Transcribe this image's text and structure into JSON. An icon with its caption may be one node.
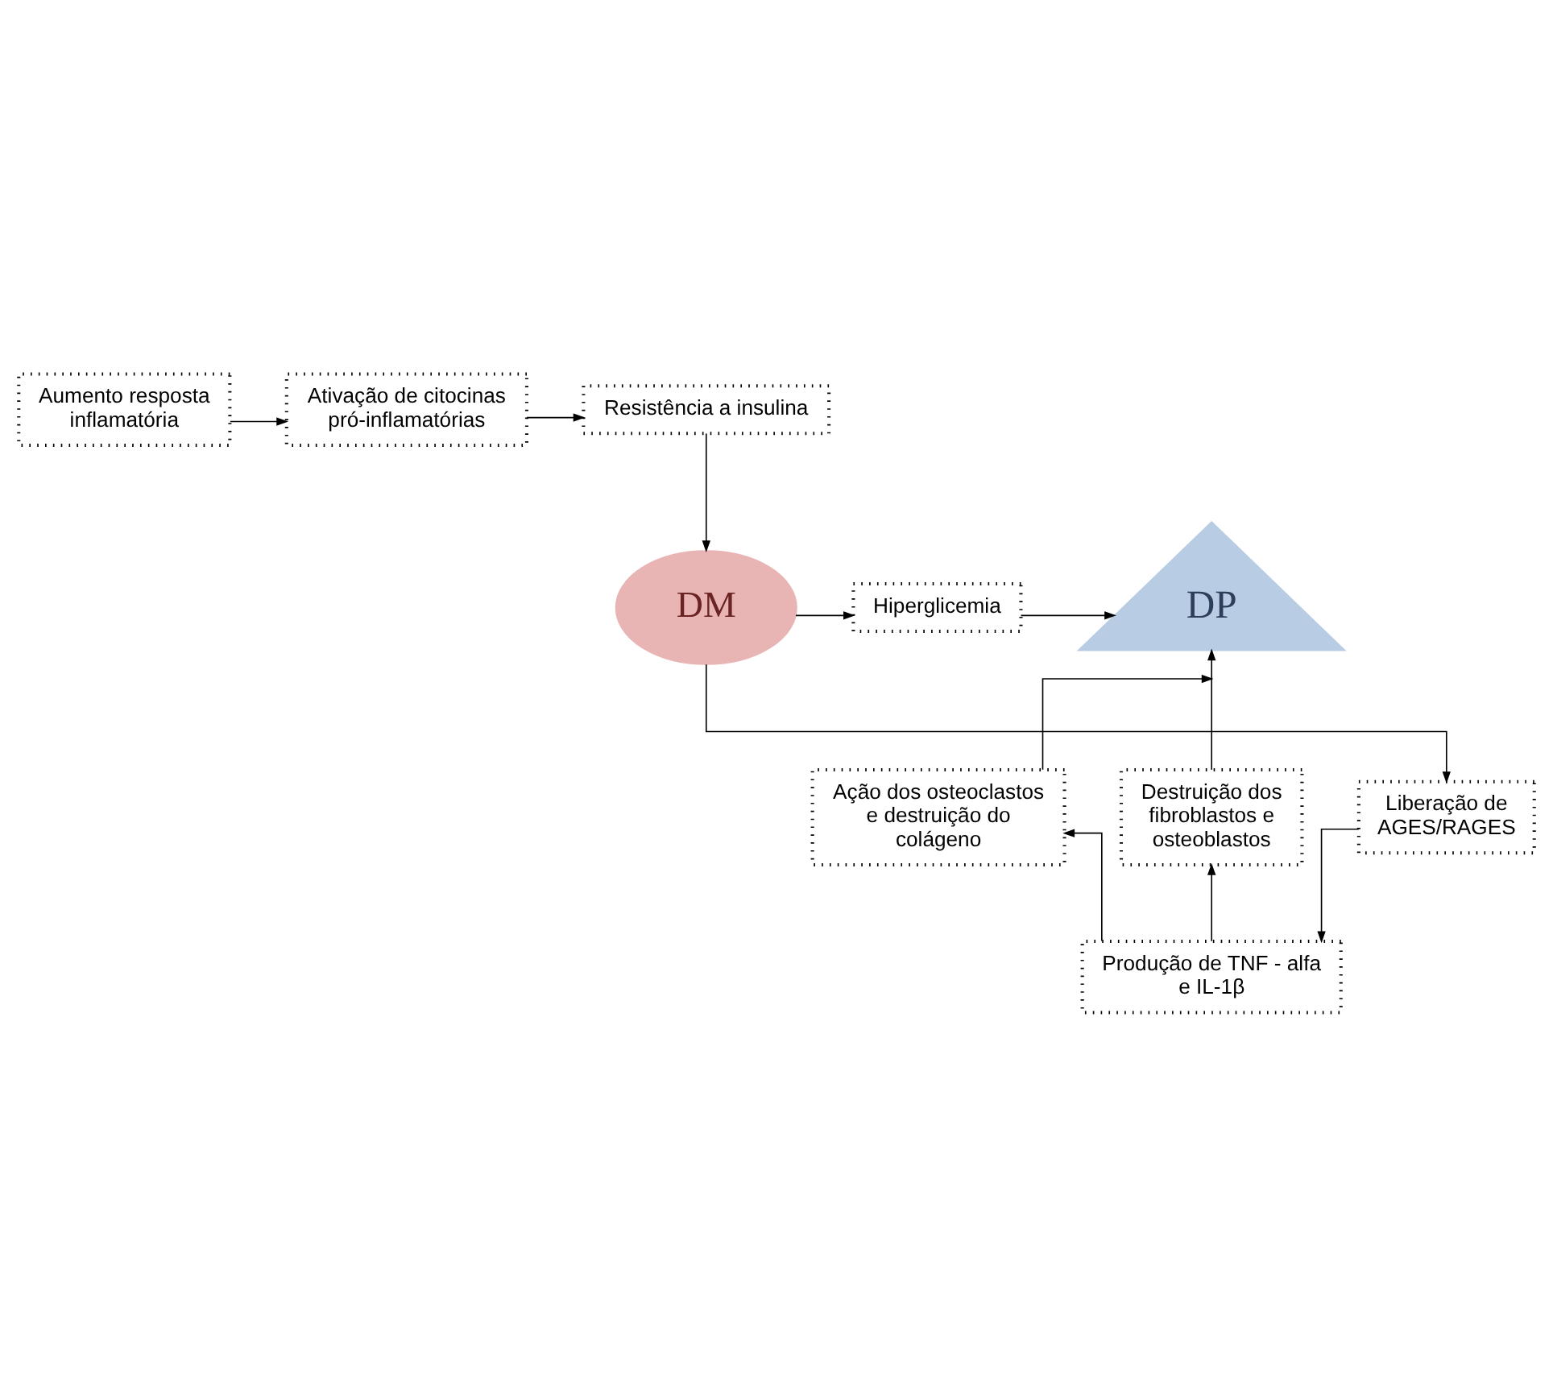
{
  "diagram": {
    "nodes": [
      {
        "text": [
          "Aumento resposta inflamatória"
        ]
      },
      {
        "text": [
          "Ativação de citocinas pró-inflamatórias"
        ]
      },
      {
        "text": [
          "Resistência a insulina"
        ]
      },
      {
        "text": [
          "DP"
        ]
      },
      {
        "text": [
          "Hiperglicemia"
        ]
      },
      {
        "text": [
          "DM"
        ]
      },
      {
        "text": [
          "Ação dos osteoclastos e destruição do colágeno"
        ]
      },
      {
        "text": [
          "Destruição dos fibroblastos e osteoblastos"
        ]
      },
      {
        "text": [
          "Liberação de AGES/RAGES"
        ]
      },
      {
        "text": [
          "Produção de TNF - alfa e IL-1β"
        ]
      }
    ],
    "edges": [
      {
        "from": 0,
        "to": 1,
        "arrow": "to"
      },
      {
        "from": 1,
        "to": 2,
        "arrow": "to"
      },
      {
        "from": 2,
        "to": 5,
        "arrow": "to"
      },
      {
        "from": 5,
        "to": 4,
        "arrow": "to"
      },
      {
        "from": 4,
        "to": 3,
        "arrow": "to"
      },
      {
        "from": 5,
        "to": 8,
        "arrow": "to"
      },
      {
        "from": 8,
        "to": 9,
        "arrow": "to"
      },
      {
        "from": 9,
        "to": 6,
        "arrow": "to"
      },
      {
        "from": 9,
        "to": 7,
        "arrow": "to"
      },
      {
        "from": 6,
        "to": 3,
        "arrow": "to"
      },
      {
        "from": 7,
        "to": 3,
        "arrow": "to"
      }
    ]
  }
}
